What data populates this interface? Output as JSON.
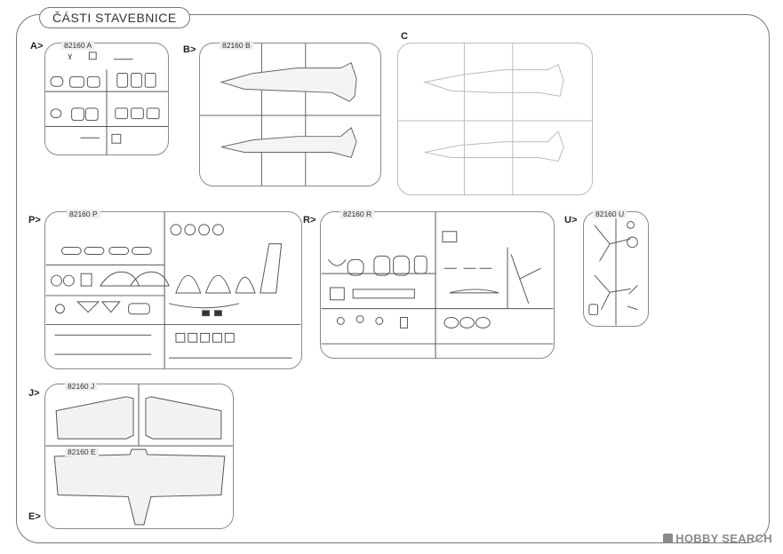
{
  "header": {
    "title": "ČÁSTI STAVEBNICE"
  },
  "sprues": {
    "A": {
      "letter": "A>",
      "code": "82160 A"
    },
    "B": {
      "letter": "B>",
      "code": "82160 B"
    },
    "C": {
      "letter": "C"
    },
    "P": {
      "letter": "P>",
      "code": "82160 P"
    },
    "R": {
      "letter": "R>",
      "code": "82160 R"
    },
    "U": {
      "letter": "U>",
      "code": "82160 U"
    },
    "J": {
      "letter": "J>",
      "code": "82160 J"
    },
    "E": {
      "letter": "E>",
      "code": "82160 E"
    }
  },
  "watermark": {
    "text": "HOBBY SEARCH"
  }
}
